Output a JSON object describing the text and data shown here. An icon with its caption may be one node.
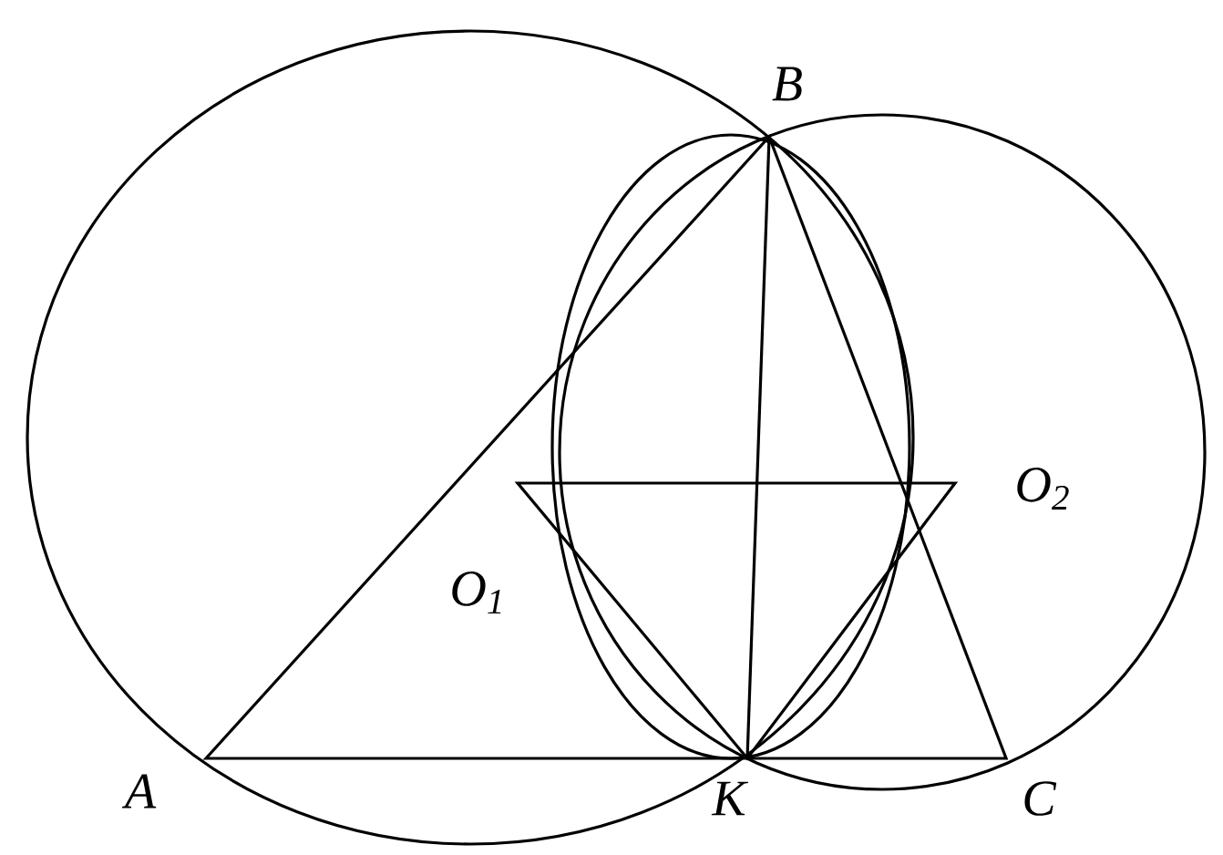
{
  "diagram": {
    "labels": [
      "B",
      "O$_{2}$",
      "O$_{1}$",
      "A",
      "K",
      "C"
    ]
  }
}
